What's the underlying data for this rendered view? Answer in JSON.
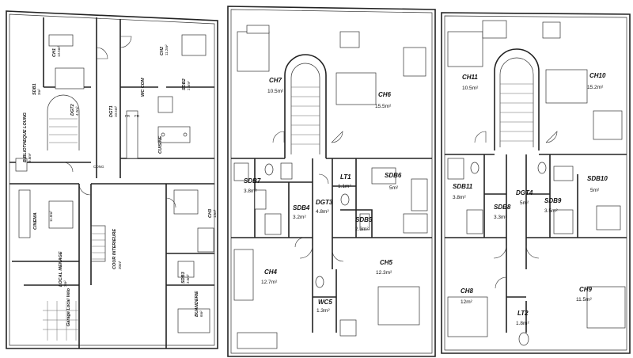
{
  "floor_left": {
    "rooms": [
      {
        "id": "ch1",
        "name": "CH1",
        "area": "13.5m²"
      },
      {
        "id": "sdb1",
        "name": "SDB1",
        "area": "3m²"
      },
      {
        "id": "dgt2",
        "name": "DGT2",
        "area": "4.2m²"
      },
      {
        "id": "biblio",
        "name": "BIBLIOTHEQUE LOUNG",
        "area": "9.8m²"
      },
      {
        "id": "dgt1",
        "name": "DGT1",
        "area": "10.5m²"
      },
      {
        "id": "wccom",
        "name": "WC COM",
        "area": ""
      },
      {
        "id": "ch2",
        "name": "CH2",
        "area": "11.2m²"
      },
      {
        "id": "sdb2",
        "name": "SDB2",
        "area": "2.5m²"
      },
      {
        "id": "cuisine",
        "name": "CUISINE",
        "area": ""
      },
      {
        "id": "cinema",
        "name": "CINEMA",
        "area": "11.8m²"
      },
      {
        "id": "ch3",
        "name": "CH3",
        "area": "13m²"
      },
      {
        "id": "local",
        "name": "LOCAL MENAGE",
        "area": "3m²"
      },
      {
        "id": "cour",
        "name": "COUR INTERIEURE",
        "area": "30m²"
      },
      {
        "id": "sdb3",
        "name": "SDB3",
        "area": "3.5m²"
      },
      {
        "id": "buanderie",
        "name": "BUANDERIE",
        "area": "6m²"
      },
      {
        "id": "garage",
        "name": "Garage Local Vélo",
        "area": ""
      }
    ],
    "marks": {
      "fr": "FR",
      "cong": "CONG"
    }
  },
  "floor_middle": {
    "rooms": [
      {
        "id": "ch7",
        "name": "CH7",
        "area": "10.5m²"
      },
      {
        "id": "ch6",
        "name": "CH6",
        "area": "15.5m²"
      },
      {
        "id": "sdb7",
        "name": "SDB7",
        "area": "3.8m²"
      },
      {
        "id": "lt1",
        "name": "LT1",
        "area": "1.1m²"
      },
      {
        "id": "sdb6",
        "name": "SDB6",
        "area": "5m²"
      },
      {
        "id": "sdb4",
        "name": "SDB4",
        "area": "3.2m²"
      },
      {
        "id": "dgt3",
        "name": "DGT3",
        "area": "4.8m²"
      },
      {
        "id": "sdb5",
        "name": "SDB5",
        "area": "2.3m²"
      },
      {
        "id": "ch4",
        "name": "CH4",
        "area": "12.7m²"
      },
      {
        "id": "ch5",
        "name": "CH5",
        "area": "12.3m²"
      },
      {
        "id": "wc5",
        "name": "WC5",
        "area": "1.3m²"
      }
    ]
  },
  "floor_right": {
    "rooms": [
      {
        "id": "ch11",
        "name": "CH11",
        "area": "10.5m²"
      },
      {
        "id": "ch10",
        "name": "CH10",
        "area": "15.2m²"
      },
      {
        "id": "sdb11",
        "name": "SDB11",
        "area": "3.8m²"
      },
      {
        "id": "dgt4",
        "name": "DGT4",
        "area": "5m²"
      },
      {
        "id": "sdb10",
        "name": "SDB10",
        "area": "5m²"
      },
      {
        "id": "sdb8",
        "name": "SDB8",
        "area": "3.3m²"
      },
      {
        "id": "sdb9",
        "name": "SDB9",
        "area": "3.5m²"
      },
      {
        "id": "ch8",
        "name": "CH8",
        "area": "12m²"
      },
      {
        "id": "lt2",
        "name": "LT2",
        "area": "1.8m²"
      },
      {
        "id": "ch9",
        "name": "CH9",
        "area": "11.5m²"
      }
    ]
  }
}
